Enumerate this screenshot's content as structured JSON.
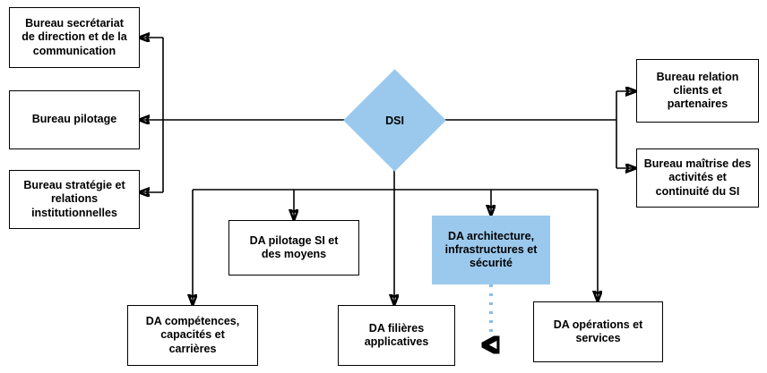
{
  "diagram": {
    "title": "Organigramme DSI",
    "type": "org-chart",
    "background": "#ffffff",
    "accent_blue": "#9BC9ED",
    "dotted_arrow_color": "#8CBEE8",
    "line_color": "#000000"
  },
  "root": {
    "id": "dsi",
    "label": "DSI",
    "shape": "diamond",
    "fill": "#9BC9ED"
  },
  "left_branch": {
    "direction": "left",
    "nodes": [
      {
        "id": "bureau-secretariat",
        "label": "Bureau secrétariat\nde direction et de la\ncommunication",
        "shape": "rectangle",
        "fill": "#ffffff"
      },
      {
        "id": "bureau-pilotage",
        "label": "Bureau pilotage",
        "shape": "rectangle",
        "fill": "#ffffff"
      },
      {
        "id": "bureau-strategie",
        "label": "Bureau stratégie et\nrelations\ninstitutionnelles",
        "shape": "rectangle",
        "fill": "#ffffff"
      }
    ]
  },
  "right_branch": {
    "direction": "right",
    "nodes": [
      {
        "id": "bureau-relation-clients",
        "label": "Bureau relation\nclients et\npartenaires",
        "shape": "rectangle",
        "fill": "#ffffff"
      },
      {
        "id": "bureau-maitrise",
        "label": "Bureau maîtrise des\nactivités et\ncontinuité du SI",
        "shape": "rectangle",
        "fill": "#ffffff"
      }
    ]
  },
  "bottom_branch": {
    "direction": "down",
    "nodes": [
      {
        "id": "da-pilotage-si",
        "label": "DA pilotage SI et\ndes moyens",
        "shape": "rectangle",
        "fill": "#ffffff"
      },
      {
        "id": "da-architecture",
        "label": "DA architecture,\ninfrastructures et\nsécurité",
        "shape": "rectangle",
        "fill": "#9BC9ED"
      },
      {
        "id": "da-competences",
        "label": "DA compétences,\ncapacités et\ncarrières",
        "shape": "rectangle",
        "fill": "#ffffff"
      },
      {
        "id": "da-filieres",
        "label": "DA filières\napplicatives",
        "shape": "rectangle",
        "fill": "#ffffff"
      },
      {
        "id": "da-operations",
        "label": "DA opérations et\nservices",
        "shape": "rectangle",
        "fill": "#ffffff"
      }
    ]
  },
  "connectors": [
    {
      "id": "dsi-to-left-bus",
      "from": "dsi",
      "to": "left-bus",
      "style": "solid",
      "arrow": "arrow"
    },
    {
      "id": "left-bus-to-secretariat",
      "from": "left-bus",
      "to": "bureau-secretariat",
      "style": "solid",
      "arrow": "arrow"
    },
    {
      "id": "left-bus-to-pilotage",
      "from": "left-bus",
      "to": "bureau-pilotage",
      "style": "solid",
      "arrow": "arrow"
    },
    {
      "id": "left-bus-to-strategie",
      "from": "left-bus",
      "to": "bureau-strategie",
      "style": "solid",
      "arrow": "arrow"
    },
    {
      "id": "dsi-to-right-bus",
      "from": "dsi",
      "to": "right-bus",
      "style": "solid",
      "arrow": "arrow"
    },
    {
      "id": "right-bus-to-relation-clients",
      "from": "right-bus",
      "to": "bureau-relation-clients",
      "style": "solid",
      "arrow": "arrow"
    },
    {
      "id": "right-bus-to-maitrise",
      "from": "right-bus",
      "to": "bureau-maitrise",
      "style": "solid",
      "arrow": "arrow"
    },
    {
      "id": "dsi-to-bottom-bus",
      "from": "dsi",
      "to": "bottom-bus",
      "style": "solid",
      "arrow": "none"
    },
    {
      "id": "bottom-bus-to-competences",
      "from": "bottom-bus",
      "to": "da-competences",
      "style": "solid",
      "arrow": "arrow"
    },
    {
      "id": "bottom-bus-to-pilotage-si",
      "from": "bottom-bus",
      "to": "da-pilotage-si",
      "style": "solid",
      "arrow": "arrow"
    },
    {
      "id": "bottom-bus-to-filieres",
      "from": "bottom-bus",
      "to": "da-filieres",
      "style": "solid",
      "arrow": "arrow"
    },
    {
      "id": "bottom-bus-to-architecture",
      "from": "bottom-bus",
      "to": "da-architecture",
      "style": "solid",
      "arrow": "arrow"
    },
    {
      "id": "bottom-bus-to-operations",
      "from": "bottom-bus",
      "to": "da-operations",
      "style": "solid",
      "arrow": "arrow"
    },
    {
      "id": "architecture-dotted-out",
      "from": "da-architecture",
      "to": "",
      "style": "dotted",
      "arrow": "arrow",
      "color": "#8CBEE8"
    }
  ]
}
